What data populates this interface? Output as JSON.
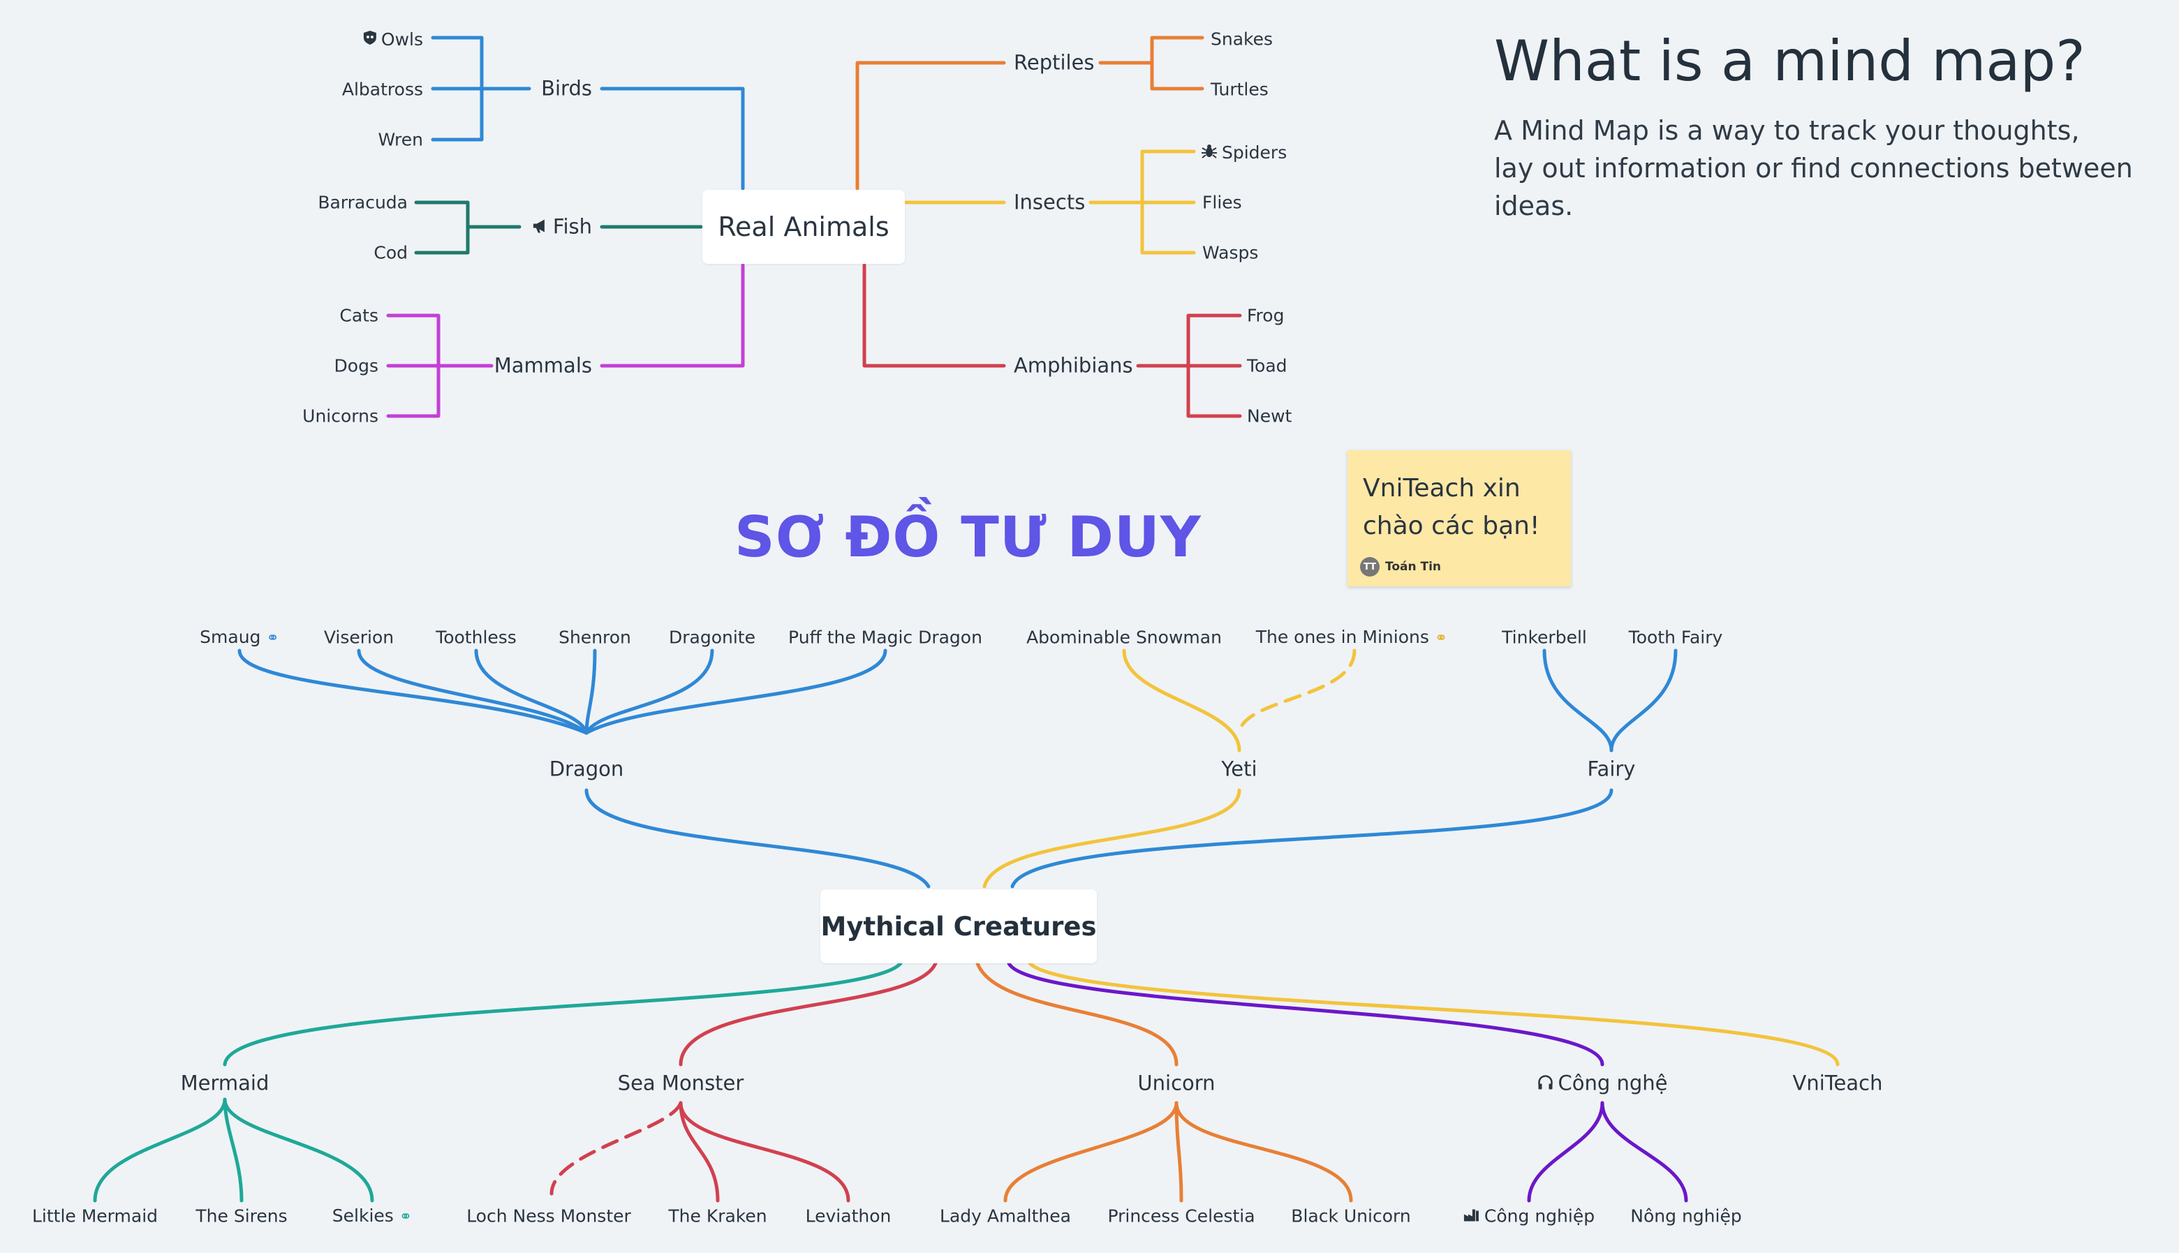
{
  "heading": {
    "title": "What is a mind map?",
    "description_line1": "A Mind Map is a way to track your thoughts,",
    "description_line2": "lay out information or find connections between ideas."
  },
  "viet_title": "SƠ ĐỒ TƯ DUY",
  "sticky_note": {
    "text": "VniTeach xin\nchào các bạn!",
    "author": "Toán Tin",
    "avatar_initials": "TT"
  },
  "real_animals": {
    "center": "Real Animals",
    "branches": {
      "birds": {
        "label": "Birds",
        "color": "#2f88d6",
        "children": [
          "Owls",
          "Albatross",
          "Wren"
        ]
      },
      "fish": {
        "label": "Fish",
        "color": "#1f7a6b",
        "children": [
          "Barracuda",
          "Cod"
        ]
      },
      "mammals": {
        "label": "Mammals",
        "color": "#c43fd6",
        "children": [
          "Cats",
          "Dogs",
          "Unicorns"
        ]
      },
      "reptiles": {
        "label": "Reptiles",
        "color": "#e87f35",
        "children": [
          "Snakes",
          "Turtles"
        ]
      },
      "insects": {
        "label": "Insects",
        "color": "#f3c33c",
        "children": [
          "Spiders",
          "Flies",
          "Wasps"
        ]
      },
      "amphibians": {
        "label": "Amphibians",
        "color": "#d2404f",
        "children": [
          "Frog",
          "Toad",
          "Newt"
        ]
      }
    }
  },
  "mythical": {
    "center": "Mythical Creatures",
    "dragon": {
      "label": "Dragon",
      "color": "#2f88d6",
      "children": [
        "Smaug",
        "Viserion",
        "Toothless",
        "Shenron",
        "Dragonite",
        "Puff the Magic Dragon"
      ]
    },
    "yeti": {
      "label": "Yeti",
      "color": "#f3c33c",
      "children": [
        "Abominable Snowman",
        "The ones in Minions"
      ]
    },
    "fairy": {
      "label": "Fairy",
      "color": "#2f88d6",
      "children": [
        "Tinkerbell",
        "Tooth Fairy"
      ]
    },
    "mermaid": {
      "label": "Mermaid",
      "color": "#1fa898",
      "children": [
        "Little Mermaid",
        "The Sirens",
        "Selkies"
      ]
    },
    "sea_monster": {
      "label": "Sea Monster",
      "color": "#d2404f",
      "children": [
        "Loch Ness Monster",
        "The Kraken",
        "Leviathon"
      ]
    },
    "unicorn": {
      "label": "Unicorn",
      "color": "#e87f35",
      "children": [
        "Lady Amalthea",
        "Princess Celestia",
        "Black Unicorn"
      ]
    },
    "cong_nghe": {
      "label": "Công nghệ",
      "color": "#6b17c9",
      "children": [
        "Công nghiệp",
        "Nông nghiệp"
      ]
    },
    "vniteach": {
      "label": "VniTeach",
      "color": "#f3c33c"
    }
  },
  "icons": {
    "owls": "shield-icon",
    "fish": "megaphone-icon",
    "spiders": "bug-icon",
    "smaug": "link-icon",
    "minions": "link-icon",
    "selkies": "link-icon",
    "cong_nghe": "headphones-icon",
    "cong_nghiep": "factory-icon"
  }
}
